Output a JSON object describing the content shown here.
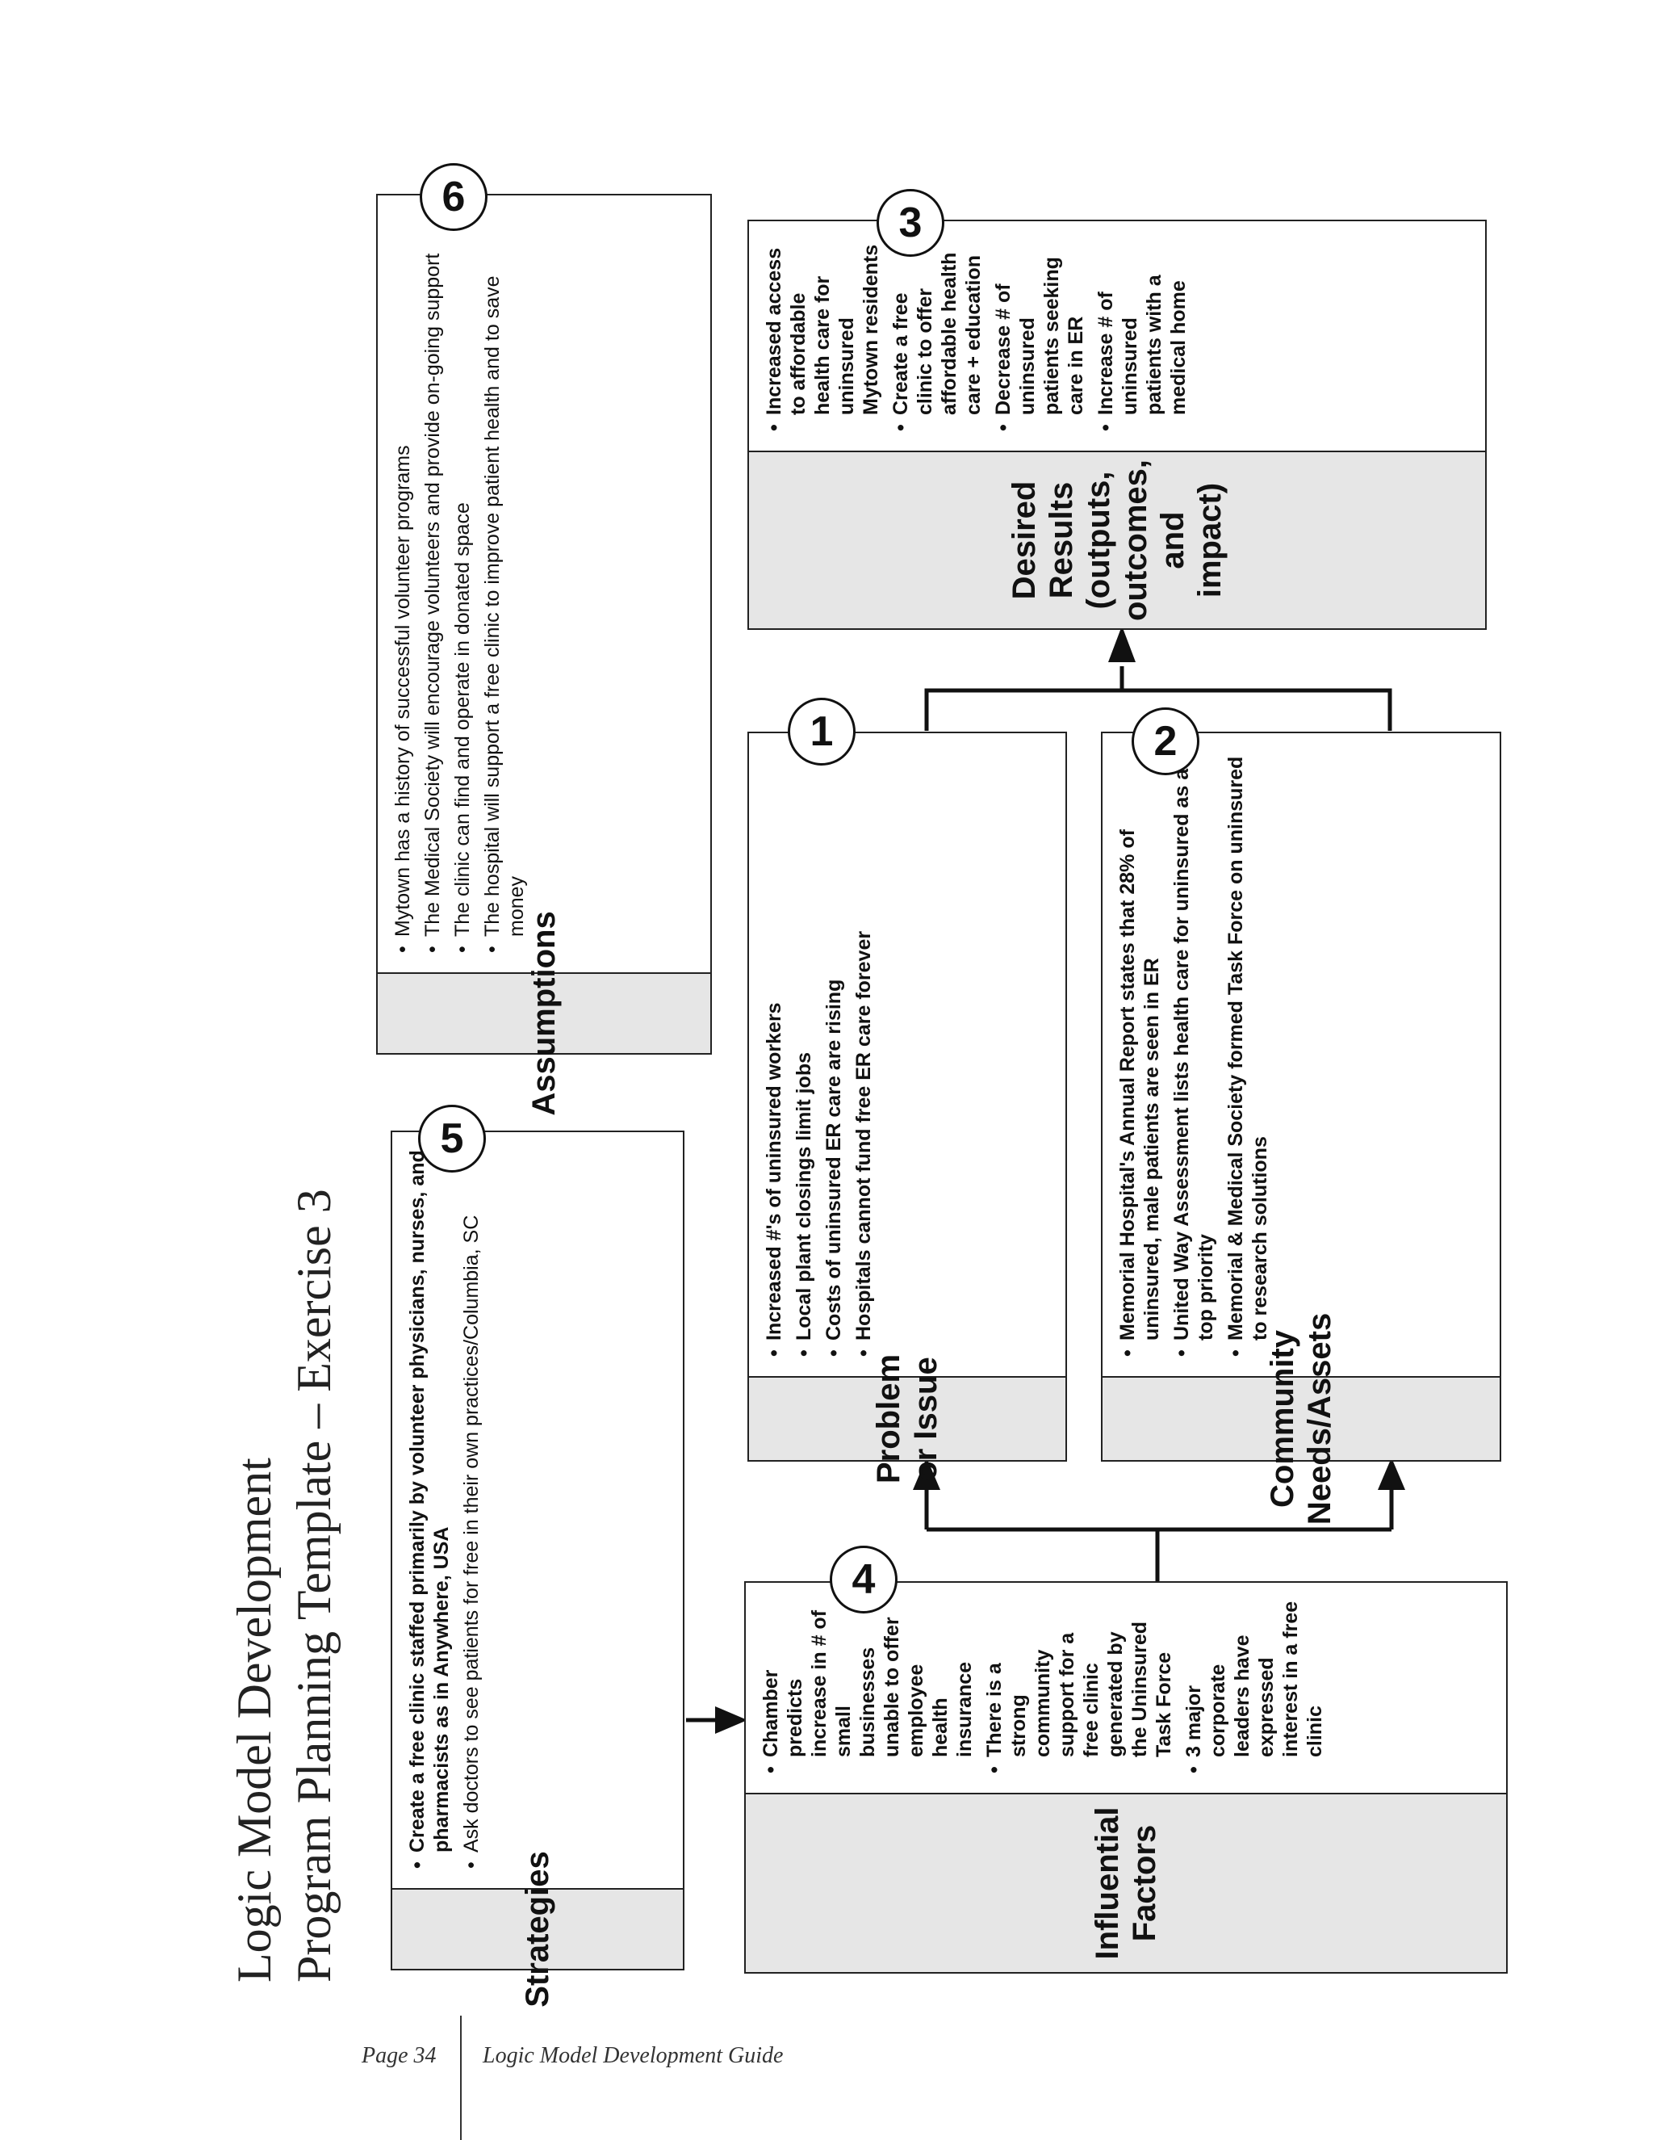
{
  "title": {
    "line1": "Logic Model Development",
    "line2": "Program Planning Template – Exercise 3"
  },
  "boxes": {
    "strategies": {
      "number": "5",
      "header": "Strategies",
      "items": [
        "Create a free clinic staffed primarily by volunteer physicians, nurses, and pharmacists as in Anywhere, USA",
        "Ask doctors to see patients for free in their own practices/Columbia, SC"
      ]
    },
    "assumptions": {
      "number": "6",
      "header": "Assumptions",
      "items": [
        "Mytown has a history of successful volunteer programs",
        "The Medical Society will encourage volunteers and provide on-going support",
        "The clinic can find and operate in donated space",
        "The hospital will support a free clinic to improve patient health and to save money"
      ]
    },
    "influential_factors": {
      "number": "4",
      "header": "Influential\nFactors",
      "items": [
        "Chamber predicts increase in # of small businesses unable to offer employee health insurance",
        "There is a strong community support for a free clinic generated by the Uninsured Task Force",
        "3 major corporate leaders have expressed interest in a free clinic"
      ]
    },
    "problem": {
      "number": "1",
      "header": "Problem or Issue",
      "items": [
        "Increased #'s of uninsured workers",
        "Local plant closings limit jobs",
        "Costs of uninsured ER care are rising",
        "Hospitals cannot fund free ER care forever"
      ]
    },
    "community": {
      "number": "2",
      "header": "Community Needs/Assets",
      "items": [
        "Memorial Hospital's Annual Report states that 28% of uninsured, male patients are seen in ER",
        "United Way Assessment lists health care for uninsured as a top priority",
        "Memorial & Medical Society formed Task Force on uninsured to research solutions"
      ]
    },
    "desired_results": {
      "number": "3",
      "header": "Desired Results\n(outputs, outcomes,\nand impact)",
      "items": [
        "Increased access to affordable health care for uninsured Mytown residents",
        "Create a free clinic to offer affordable health care + education",
        "Decrease # of uninsured patients seeking care in ER",
        "Increase # of uninsured patients with a medical home"
      ]
    }
  },
  "footer": {
    "page": "Page 34",
    "guide": "Logic Model Development Guide"
  }
}
